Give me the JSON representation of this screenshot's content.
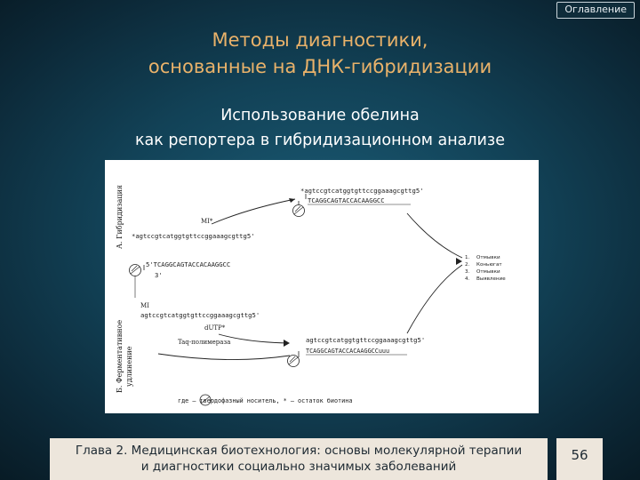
{
  "toc_button": "Оглавление",
  "title_line1": "Методы диагностики,",
  "title_line2": "основанные на ДНК-гибридизации",
  "subtitle_line1": "Использование обелина",
  "subtitle_line2": "как репортера в гибридизационном анализе",
  "figure": {
    "section_a": "А. Гибридизация",
    "section_b_line1": "Б. Ферментативное",
    "section_b_line2": "удлинение",
    "probe_top": "*agtccgtcatggtgttccggaaagcgttg5'",
    "target_top": "TCAGGCAGTACCACAAGGCC",
    "ml_label_1": "MI*",
    "probe_mid": "*agtccgtcatggtgttccggaaagcgttg5'",
    "target_a": "5'TCAGGCAGTACCACAAGGCC",
    "target_a_suffix": "3'",
    "steps": [
      "Отмывки",
      "Коньюгат",
      "Отмывки",
      "Выявление"
    ],
    "ml_label_2": "MI",
    "primer_b": "agtccgtcatggtgttccggaaagcgttg5'",
    "dutp_label": "dUTP*",
    "taq_label": "Taq-полимераза",
    "product_b": "agtccgtcatggtgttccggaaagcgttg5'",
    "product_b_bottom": "TCAGGCAGTACCACAAGGCCuuu",
    "legend": "где  — твердофазный носитель, * — остаток биотина"
  },
  "footer_text_line1": "Глава 2. Медицинская биотехнология: основы молекулярной терапии",
  "footer_text_line2": "и диагностики социально значимых заболеваний",
  "page_number": "56"
}
